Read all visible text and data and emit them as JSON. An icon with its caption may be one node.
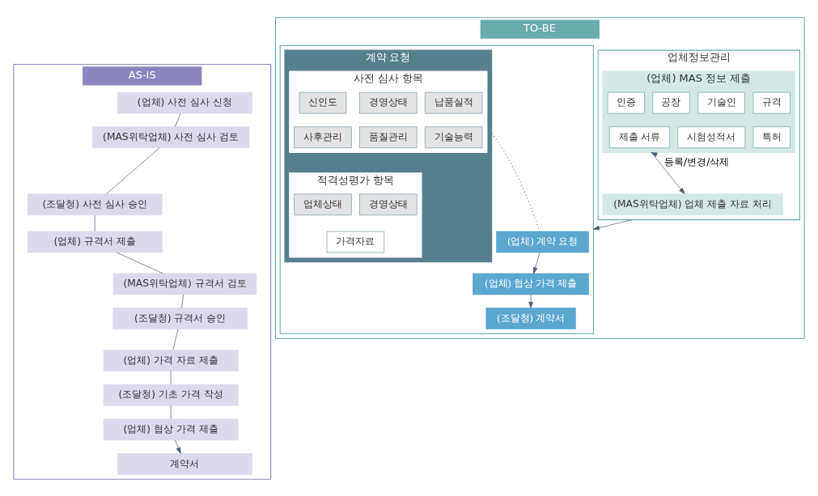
{
  "diagram": {
    "nodes": [
      {
        "text": [
          "AS-IS"
        ]
      },
      {
        "text": [
          "(업체) 사전 심사 신청"
        ],
        "in": 0
      },
      {
        "text": [
          "(MAS위탁업체) 사전 심사 검토"
        ],
        "in": 0
      },
      {
        "text": [
          "(조달청) 사전 심사 승인"
        ],
        "in": 0
      },
      {
        "text": [
          "(업체) 규격서 제출"
        ],
        "in": 0
      },
      {
        "text": [
          "(MAS위탁업체) 규격서 검토"
        ],
        "in": 0
      },
      {
        "text": [
          "(조달청) 규격서 승인"
        ],
        "in": 0
      },
      {
        "text": [
          "(업체) 가격 자료 제출"
        ],
        "in": 0
      },
      {
        "text": [
          "(조달청) 기초 가격 작성"
        ],
        "in": 0
      },
      {
        "text": [
          "(업체) 협상 가격 제출"
        ],
        "in": 0
      },
      {
        "text": [
          "계약서"
        ],
        "in": 0
      },
      {
        "text": [
          "TO-BE"
        ]
      },
      {
        "text": [
          "업체정보관리"
        ],
        "in": 11
      },
      {
        "text": [
          "(업체) MAS 정보 제출"
        ],
        "in": 12
      },
      {
        "text": [
          "규격"
        ],
        "in": 13
      },
      {
        "text": [
          "기술인"
        ],
        "in": 13
      },
      {
        "text": [
          "공장"
        ],
        "in": 13
      },
      {
        "text": [
          "인증"
        ],
        "in": 13
      },
      {
        "text": [
          "특허"
        ],
        "in": 13
      },
      {
        "text": [
          "시험성적서"
        ],
        "in": 13
      },
      {
        "text": [
          "제출 서류"
        ],
        "in": 13
      },
      {
        "text": [
          "(MAS위탁업체) 업체 제출 자료 처리"
        ],
        "in": 12
      },
      {
        "text": [],
        "shape": "box",
        "in": 11
      },
      {
        "text": [
          "(업체) 계약 요청"
        ],
        "in": 22
      },
      {
        "text": [
          "(업체) 협상 가격 제출"
        ],
        "in": 22
      },
      {
        "text": [
          "(조달청) 계약서"
        ],
        "in": 22
      },
      {
        "text": [
          "계약 요청"
        ],
        "in": 22
      },
      {
        "text": [
          "사전 심사 항목"
        ],
        "in": 26
      },
      {
        "text": [
          "납품실적"
        ],
        "in": 27
      },
      {
        "text": [
          "경영상태"
        ],
        "in": 27
      },
      {
        "text": [
          "신인도"
        ],
        "in": 27
      },
      {
        "text": [
          "기술능력"
        ],
        "in": 27
      },
      {
        "text": [
          "품질관리"
        ],
        "in": 27
      },
      {
        "text": [
          "사후관리"
        ],
        "in": 27
      },
      {
        "text": [
          "적격성평가 항목"
        ],
        "in": 26
      },
      {
        "text": [
          "경영상태"
        ],
        "in": 34
      },
      {
        "text": [
          "업체상태"
        ],
        "in": 34
      },
      {
        "text": [
          "가격자료"
        ],
        "in": 34
      }
    ],
    "edges": [
      {
        "from": 1,
        "to": 2,
        "arrow": "none"
      },
      {
        "from": 2,
        "to": 3,
        "arrow": "none"
      },
      {
        "from": 3,
        "to": 4,
        "arrow": "none"
      },
      {
        "from": 4,
        "to": 5,
        "arrow": "none"
      },
      {
        "from": 5,
        "to": 6,
        "arrow": "none"
      },
      {
        "from": 6,
        "to": 7,
        "arrow": "none"
      },
      {
        "from": 7,
        "to": 8,
        "arrow": "none"
      },
      {
        "from": 8,
        "to": 9,
        "arrow": "none"
      },
      {
        "from": 9,
        "to": 10,
        "arrow": "to"
      },
      {
        "from": 13,
        "to": 21,
        "arrow": "both",
        "label": "등록/변경/삭제"
      },
      {
        "from": 12,
        "to": 22,
        "arrow": "to"
      },
      {
        "from": 23,
        "to": 24,
        "arrow": "to"
      },
      {
        "from": 24,
        "to": 25,
        "arrow": "to"
      },
      {
        "from": 23,
        "to": 26,
        "arrow": "none",
        "style": "dashed",
        "color": "#d9302c"
      }
    ]
  }
}
